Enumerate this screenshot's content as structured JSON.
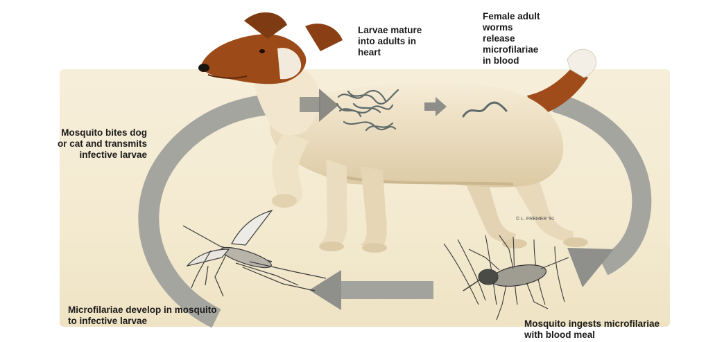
{
  "labels": {
    "larvae_mature": [
      "Larvae mature",
      "into adults in",
      "heart"
    ],
    "female_adult": [
      "Female adult",
      "worms",
      "release",
      "microfilariae",
      "in blood"
    ],
    "mosquito_bites": [
      "Mosquito bites dog",
      "or cat and transmits",
      "infective larvae"
    ],
    "microfilariae_develop": [
      "Microfilariae develop in mosquito",
      "to infective larvae"
    ],
    "mosquito_ingests": [
      "Mosquito ingests microfilariae",
      "with blood meal"
    ]
  },
  "signature": "© L. FREMER '91",
  "colors": {
    "arrow": "#9a9a96",
    "dog_coat": "#efe2c6",
    "dog_brown": "#9c4a18",
    "dog_shadow": "#c9b48f",
    "worm": "#5f6b6a",
    "mosquito": "#3a3a3a"
  },
  "icons": [
    "dog-illustration",
    "heartworm-cluster-icon",
    "worm-icon",
    "mosquito-icon",
    "mosquito-feeding-icon",
    "cycle-arrow-icon"
  ]
}
